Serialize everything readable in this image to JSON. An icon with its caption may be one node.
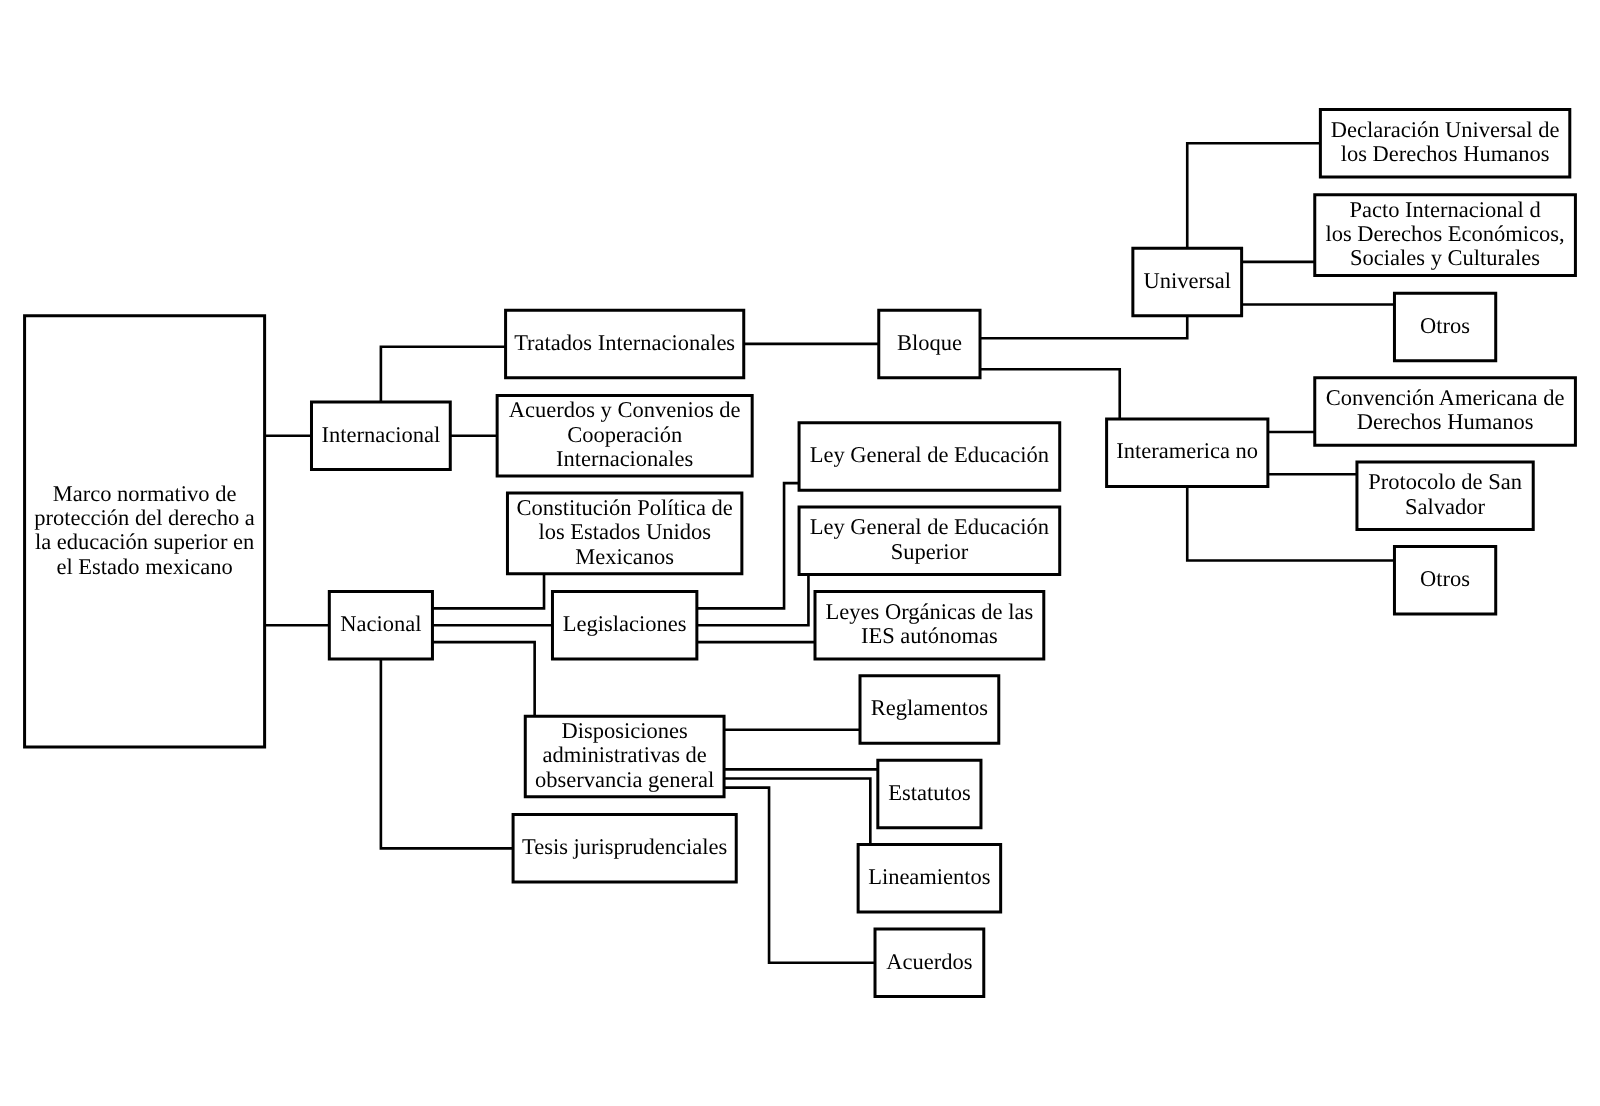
{
  "diagram": {
    "nodes": [
      {
        "text": [
          "Marco normativo de protección del derecho a la educación superior en el Estado mexicano"
        ]
      },
      {
        "text": [
          "Internacional"
        ]
      },
      {
        "text": [
          "Tratados Internacionales"
        ]
      },
      {
        "text": [
          "Bloque"
        ]
      },
      {
        "text": [
          "Universal"
        ]
      },
      {
        "text": [
          "Declaración Universal de los Derechos Humanos"
        ]
      },
      {
        "text": [
          "Pacto Internacional d los Derechos Económicos, Sociales y Culturales"
        ]
      },
      {
        "text": [
          "Otros"
        ]
      },
      {
        "text": [
          "Interamerica no"
        ]
      },
      {
        "text": [
          "Convención Americana de Derechos Humanos"
        ]
      },
      {
        "text": [
          "Protocolo de San Salvador"
        ]
      },
      {
        "text": [
          "Otros"
        ]
      },
      {
        "text": [
          "Acuerdos y Convenios de Cooperación Internacionales"
        ]
      },
      {
        "text": [
          "Nacional"
        ]
      },
      {
        "text": [
          "Constitución Política de los Estados Unidos Mexicanos"
        ]
      },
      {
        "text": [
          "Legislaciones"
        ]
      },
      {
        "text": [
          "Ley General de Educación"
        ]
      },
      {
        "text": [
          "Ley General de Educación Superior"
        ]
      },
      {
        "text": [
          "Leyes Orgánicas de las IES autónomas"
        ]
      },
      {
        "text": [
          "Disposiciones administrativas de observancia general"
        ]
      },
      {
        "text": [
          "Reglamentos"
        ]
      },
      {
        "text": [
          "Estatutos"
        ]
      },
      {
        "text": [
          "Lineamientos"
        ]
      },
      {
        "text": [
          "Acuerdos"
        ]
      },
      {
        "text": [
          "Tesis jurisprudenciales"
        ]
      }
    ],
    "edges": [
      {
        "from": 0,
        "to": 1,
        "arrow": "none"
      },
      {
        "from": 0,
        "to": 13,
        "arrow": "none"
      },
      {
        "from": 1,
        "to": 2,
        "arrow": "none"
      },
      {
        "from": 1,
        "to": 12,
        "arrow": "none"
      },
      {
        "from": 2,
        "to": 3,
        "arrow": "none"
      },
      {
        "from": 3,
        "to": 4,
        "arrow": "none"
      },
      {
        "from": 3,
        "to": 8,
        "arrow": "none"
      },
      {
        "from": 4,
        "to": 5,
        "arrow": "none"
      },
      {
        "from": 4,
        "to": 6,
        "arrow": "none"
      },
      {
        "from": 4,
        "to": 7,
        "arrow": "none"
      },
      {
        "from": 8,
        "to": 9,
        "arrow": "none"
      },
      {
        "from": 8,
        "to": 10,
        "arrow": "none"
      },
      {
        "from": 8,
        "to": 11,
        "arrow": "none"
      },
      {
        "from": 13,
        "to": 14,
        "arrow": "none"
      },
      {
        "from": 13,
        "to": 15,
        "arrow": "none"
      },
      {
        "from": 13,
        "to": 19,
        "arrow": "none"
      },
      {
        "from": 13,
        "to": 24,
        "arrow": "none"
      },
      {
        "from": 15,
        "to": 16,
        "arrow": "none"
      },
      {
        "from": 15,
        "to": 17,
        "arrow": "none"
      },
      {
        "from": 15,
        "to": 18,
        "arrow": "none"
      },
      {
        "from": 19,
        "to": 20,
        "arrow": "none"
      },
      {
        "from": 19,
        "to": 21,
        "arrow": "none"
      },
      {
        "from": 19,
        "to": 22,
        "arrow": "none"
      },
      {
        "from": 19,
        "to": 23,
        "arrow": "none"
      }
    ]
  }
}
